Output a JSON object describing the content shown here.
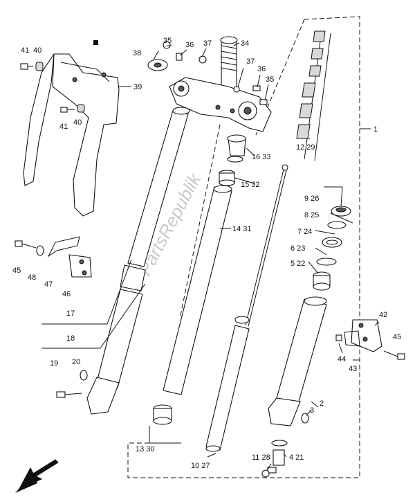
{
  "watermark": "PartsRepublik",
  "callouts": {
    "c41a": "41",
    "c40a": "40",
    "c39": "39",
    "c41b": "41",
    "c40b": "40",
    "c38": "38",
    "c35a": "35",
    "c36a": "36",
    "c37a": "37",
    "c34": "34",
    "c37b": "37",
    "c36b": "36",
    "c35b": "35",
    "c1": "1",
    "c12": "12 29",
    "c16": "16 33",
    "c15": "15 32",
    "c9": "9 26",
    "c8": "8 25",
    "c14": "14 31",
    "c7": "7 24",
    "c6": "6 23",
    "c5": "5 22",
    "c45a": "45",
    "c48": "48",
    "c47": "47",
    "c46": "46",
    "c17": "17",
    "c18": "18",
    "c19": "19",
    "c20": "20",
    "c42": "42",
    "c44": "44",
    "c43": "43",
    "c45b": "45",
    "c3": "3",
    "c2": "2",
    "c13": "13 30",
    "c10": "10 27",
    "c11": "11 28",
    "c4": "4 21"
  },
  "icons": {
    "marker": "square-bullet-icon",
    "direction": "front-direction-arrow-icon"
  }
}
